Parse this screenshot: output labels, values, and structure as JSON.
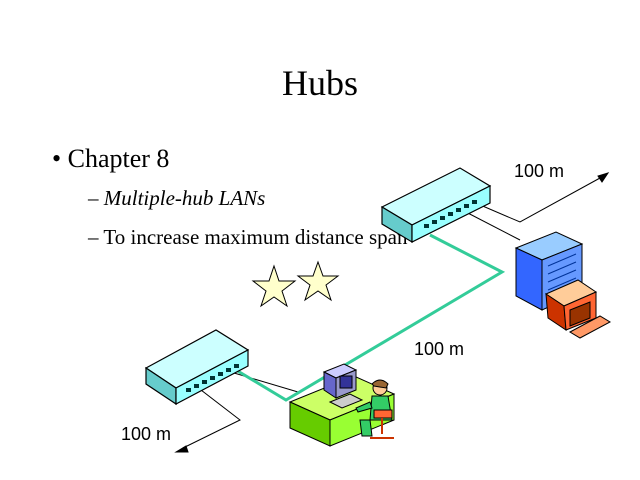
{
  "slide": {
    "title": "Hubs",
    "bullets": [
      {
        "marker": "•",
        "text": "Chapter 8"
      },
      {
        "marker": "–",
        "text": "Multiple-hub LANs"
      },
      {
        "marker": "–",
        "text": "To increase maximum distance span"
      }
    ]
  },
  "diagram": {
    "labels": {
      "top_right": "100 m",
      "middle": "100 m",
      "bottom_left": "100 m"
    },
    "colors": {
      "hub": "#99ffff",
      "link": "#33cc99",
      "desk": "#99ff33",
      "server": "#3366ff",
      "monitor": "#ff6633",
      "star": "#ffffcc"
    }
  }
}
